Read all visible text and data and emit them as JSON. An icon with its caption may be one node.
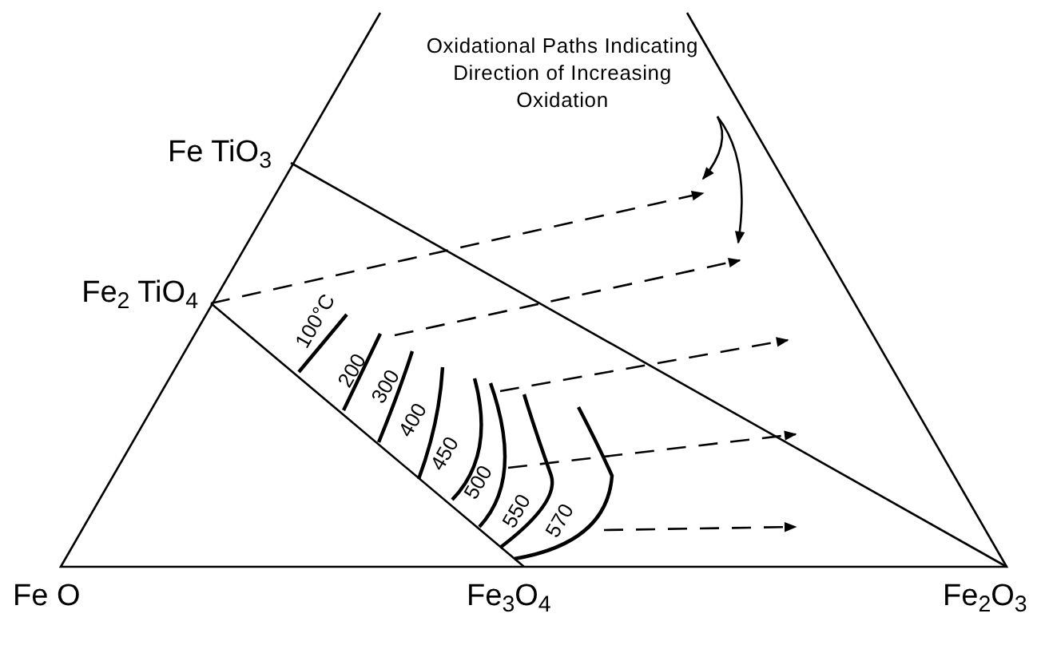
{
  "diagram": {
    "nodes": [
      {
        "text": [
          "Oxidational Paths Indicating Direction of Increasing Oxidation"
        ]
      },
      {
        "text": [
          "Fe TiO$_{3}$"
        ]
      },
      {
        "text": [
          "Fe$_{2}$ TiO$_{4}$"
        ]
      },
      {
        "text": [
          "Fe O"
        ]
      },
      {
        "text": [
          "Fe$_{3}$O$_{4}$"
        ]
      },
      {
        "text": [
          "Fe$_{2}$O$_{3}$"
        ]
      }
    ],
    "edges": [
      {
        "from": 1,
        "to": 5,
        "arrow": "none"
      },
      {
        "from": 2,
        "to": 4,
        "arrow": "none"
      },
      {
        "from": 2,
        "to": null,
        "arrow": "to",
        "style": "dashed"
      },
      {
        "from": 0,
        "to": null,
        "arrow": "to"
      },
      {
        "from": 0,
        "to": null,
        "arrow": "to"
      }
    ],
    "labels": [
      "100°C",
      "200",
      "300",
      "400",
      "450",
      "500",
      "550",
      "570"
    ]
  }
}
